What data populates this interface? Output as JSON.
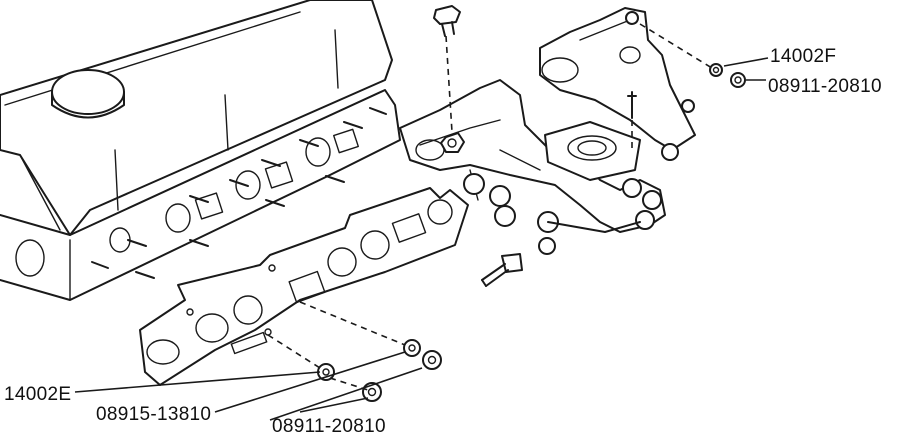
{
  "diagram": {
    "parts": {
      "gasket_upper_right": "14002F",
      "nut_upper_right": "08911-20810",
      "gasket_lower_left": "14002E",
      "washer_lower": "08915-13810",
      "nut_lower": "08911-20810"
    }
  }
}
